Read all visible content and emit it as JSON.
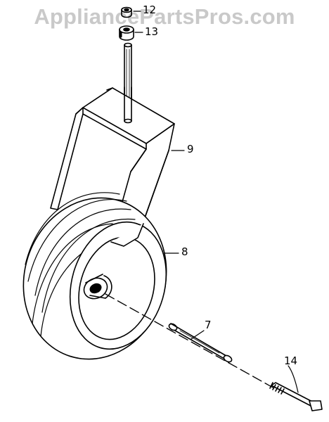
{
  "watermark": "AppliancePartsPros.com",
  "callouts": {
    "c12": "12",
    "c13": "13",
    "c9": "9",
    "c8": "8",
    "c7": "7",
    "c14": "14"
  }
}
